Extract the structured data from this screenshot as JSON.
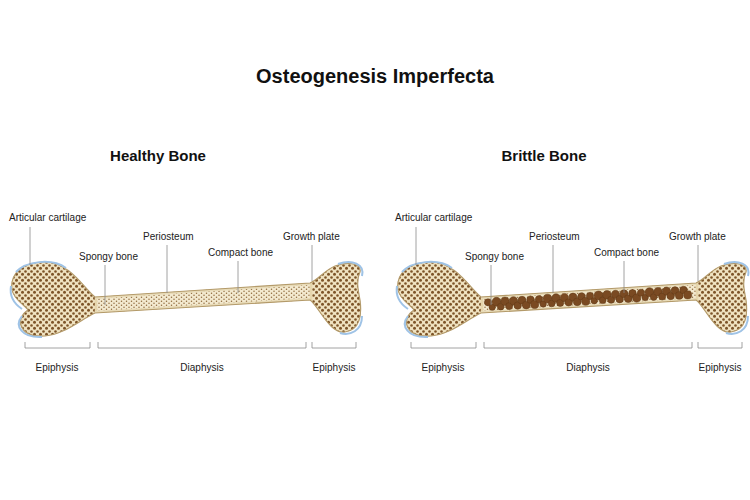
{
  "diagram": {
    "title": "Osteogenesis Imperfecta",
    "labels": [
      "Healthy Bone",
      "Brittle Bone",
      "Articular cartilage",
      "Spongy bone",
      "Periosteum",
      "Compact bone",
      "Growth plate",
      "Epiphysis",
      "Diaphysis",
      "Epiphysis",
      "Articular cartilage",
      "Spongy bone",
      "Periosteum",
      "Compact bone",
      "Growth plate",
      "Epiphysis",
      "Diaphysis",
      "Epiphysis"
    ]
  }
}
